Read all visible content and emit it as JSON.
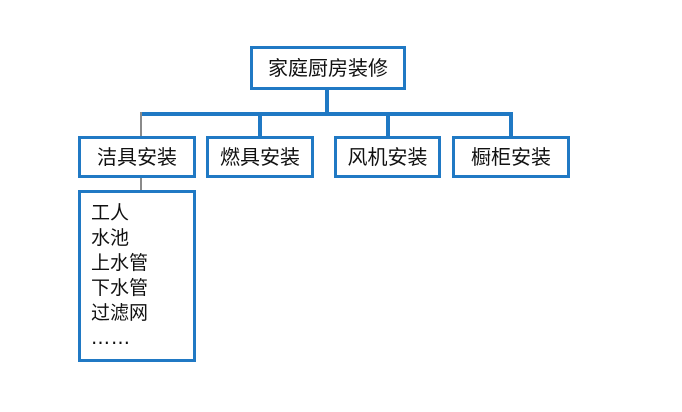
{
  "diagram": {
    "title_node": {
      "label": "家庭厨房装修"
    },
    "children": [
      {
        "label": "洁具安装"
      },
      {
        "label": "燃具安装"
      },
      {
        "label": "风机安装"
      },
      {
        "label": "橱柜安装"
      }
    ],
    "detail_list": {
      "parent": "洁具安装",
      "items": [
        "工人",
        "水池",
        "上水管",
        "下水管",
        "过滤网",
        "……"
      ]
    },
    "colors": {
      "box_border": "#2079c4",
      "connector": "#2079c4",
      "connector_alt": "#8a8a8a",
      "background": "#ffffff",
      "text": "#111111"
    }
  }
}
